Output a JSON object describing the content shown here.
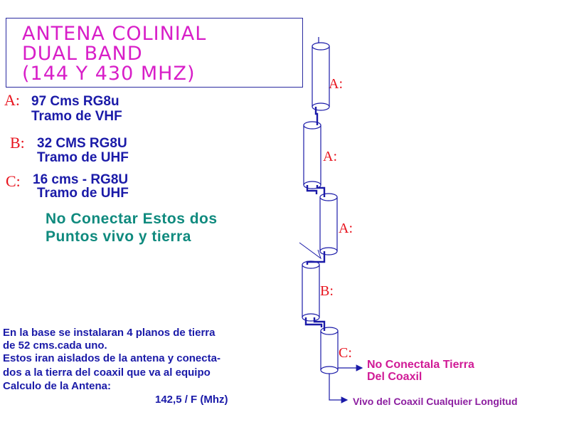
{
  "title": {
    "line1": "ANTENA  COLINIAL",
    "line2": "DUAL BAND",
    "line3": "(144 Y 430 MHZ)"
  },
  "legend": [
    {
      "letter": "A:",
      "line1": "97 Cms RG8u",
      "line2": "Tramo de VHF"
    },
    {
      "letter": "B:",
      "line1": "32 CMS RG8U",
      "line2": "Tramo de UHF"
    },
    {
      "letter": "C:",
      "line1": "16 cms - RG8U",
      "line2": "Tramo de UHF"
    }
  ],
  "warning": {
    "line1": "No Conectar Estos dos",
    "line2": "Puntos vivo y tierra"
  },
  "segment_labels": [
    "A:",
    "A:",
    "A:",
    "B:",
    "C:"
  ],
  "notes": {
    "line1": "En la base se instalaran 4 planos de tierra",
    "line2": "de 52 cms.cada uno.",
    "line3": "Estos iran aislados de la antena y conecta-",
    "line4": "dos a la tierra del coaxil que va al equipo",
    "line5": "Calculo de la Antena:",
    "formula": "142,5 / F (Mhz)"
  },
  "ground_note": {
    "line1": "No Conectala Tierra",
    "line2": "Del Coaxil"
  },
  "live_note": "Vivo del Coaxil Cualquier Longitud",
  "colors": {
    "title": "#d81ec8",
    "letters": "#e8141e",
    "legend_text": "#1a1aa8",
    "warning": "#0f8a7e",
    "ground_note": "#d01a96",
    "live_note": "#8c1ea0",
    "antenna_stroke": "#1a1aa8"
  }
}
